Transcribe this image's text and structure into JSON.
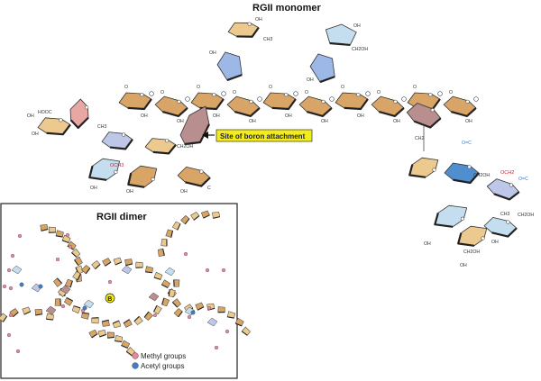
{
  "monomer": {
    "title": "RGII monomer",
    "callout": "Site of boron attachment",
    "labels": {
      "och3": "OCH3",
      "och2": "OCH2",
      "oh": "OH",
      "ch3": "CH3",
      "ch2oh": "CH2OH",
      "ch2": "CH2",
      "hooc": "HOOC",
      "c": "C",
      "o": "O"
    }
  },
  "dimer": {
    "title": "RGII dimer",
    "boron": "B",
    "legend": [
      {
        "label": "Methyl groups",
        "color": "#e8869a"
      },
      {
        "label": "Acetyl groups",
        "color": "#3f7fc9"
      }
    ]
  },
  "colors": {
    "tan": "#d9a566",
    "tanLight": "#ecc98f",
    "mauve": "#b98e8e",
    "blueLight": "#c4def0",
    "blue": "#4f8fd0",
    "lavender": "#bfc7e8",
    "pink": "#e9a7a4",
    "callout_bg": "#f3ec1c"
  }
}
